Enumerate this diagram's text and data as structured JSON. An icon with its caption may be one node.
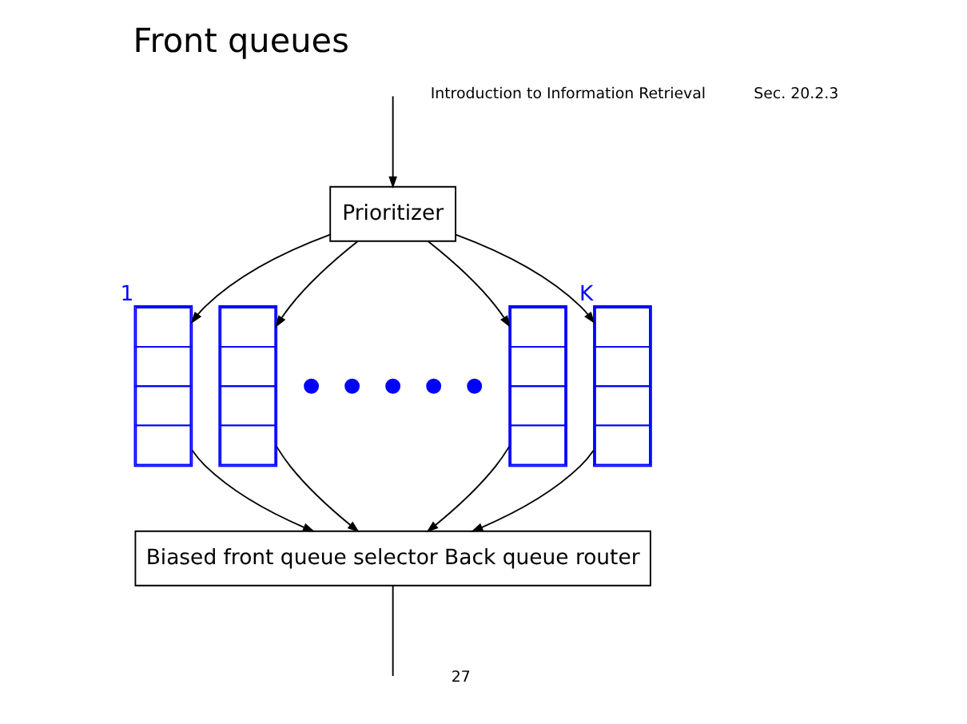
{
  "diagram": {
    "title": "Front queues",
    "nodes": [
      {
        "text": [
          "Prioritizer"
        ]
      },
      {
        "text": [],
        "shape": "box",
        "beside": [
          "1"
        ]
      },
      {
        "text": [],
        "shape": "box"
      },
      {
        "text": [],
        "shape": "circle"
      },
      {
        "text": [],
        "shape": "circle"
      },
      {
        "text": [],
        "shape": "circle"
      },
      {
        "text": [],
        "shape": "circle"
      },
      {
        "text": [],
        "shape": "circle"
      },
      {
        "text": [],
        "shape": "box"
      },
      {
        "text": [],
        "shape": "box",
        "beside": [
          "K"
        ]
      },
      {
        "text": [
          "Biased front queue selector Back queue router"
        ]
      }
    ],
    "edges": [
      {
        "from": null,
        "to": 0,
        "arrow": "to"
      },
      {
        "from": 0,
        "to": 1,
        "arrow": "to"
      },
      {
        "from": 0,
        "to": 2,
        "arrow": "to"
      },
      {
        "from": 0,
        "to": 8,
        "arrow": "to"
      },
      {
        "from": 0,
        "to": 9,
        "arrow": "to"
      },
      {
        "from": 1,
        "to": 10,
        "arrow": "to"
      },
      {
        "from": 2,
        "to": 10,
        "arrow": "to"
      },
      {
        "from": 8,
        "to": 10,
        "arrow": "to"
      },
      {
        "from": 9,
        "to": 10,
        "arrow": "to"
      },
      {
        "from": 10,
        "to": null,
        "arrow": "none"
      }
    ],
    "labels": [
      "Introduction to Information Retrieval",
      "Sec. 20.2.3",
      "27"
    ]
  }
}
